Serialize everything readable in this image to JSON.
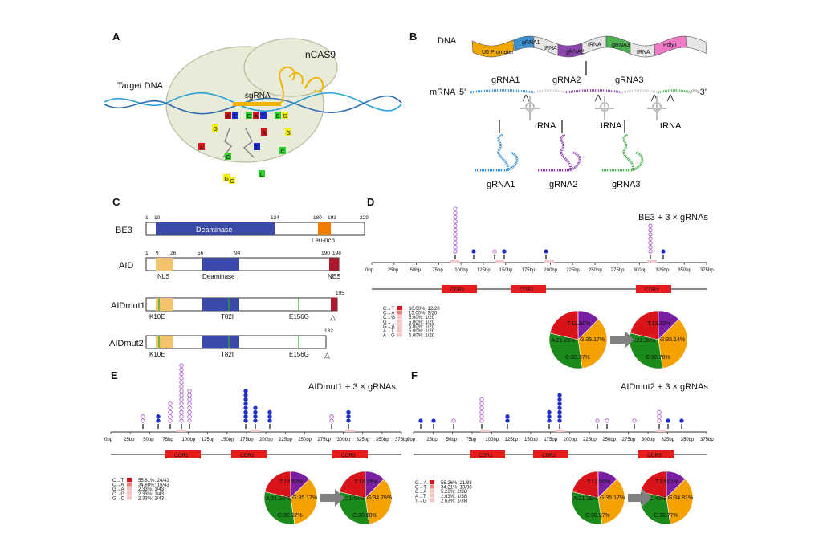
{
  "panels": {
    "A": "A",
    "B": "B",
    "C": "C",
    "D": "D",
    "E": "E",
    "F": "F"
  },
  "panelA": {
    "ncas9": "nCAS9",
    "target_dna": "Target DNA",
    "sgrna": "sgRNA",
    "bases_top": [
      "A",
      "T",
      "C",
      "A",
      "T",
      "C",
      "G"
    ],
    "bases_loose": [
      "G",
      "A",
      "A",
      "C",
      "C",
      "G",
      "G",
      "C",
      "T",
      "G"
    ]
  },
  "panelB": {
    "dna": "DNA",
    "cassette": [
      "U6 Promoter",
      "gRNA1",
      "tRNA",
      "gRNA2",
      "tRNA",
      "gRNA3",
      "tRNA",
      "PolyT"
    ],
    "mrna": "mRNA",
    "five_prime": "5'",
    "three_prime": "-3'",
    "grna_top": [
      "gRNA1",
      "gRNA2",
      "gRNA3"
    ],
    "trna": [
      "tRNA",
      "tRNA",
      "tRNA"
    ],
    "grna_bottom": [
      "gRNA1",
      "gRNA2",
      "gRNA3"
    ]
  },
  "panelC": {
    "constructs": [
      {
        "name": "BE3",
        "ticks": [
          "1",
          "10",
          "134",
          "180",
          "193",
          "229"
        ],
        "domains": [
          "Deaminase"
        ],
        "below": [
          "Leu-rich"
        ]
      },
      {
        "name": "AID",
        "ticks": [
          "1",
          "9",
          "26",
          "56",
          "94",
          "190",
          "198"
        ],
        "domains": [],
        "below": [
          "NLS",
          "Deaminase",
          "NES"
        ]
      },
      {
        "name": "AIDmut1",
        "ticks": [
          "195"
        ],
        "domains": [],
        "below": [
          "K10E",
          "T82I",
          "E156G"
        ]
      },
      {
        "name": "AIDmut2",
        "ticks": [
          "182"
        ],
        "domains": [],
        "below": [
          "K10E",
          "T82I",
          "E156G"
        ]
      }
    ],
    "triangle": "△"
  },
  "axis_ticks": [
    "0bp",
    "25bp",
    "50bp",
    "75bp",
    "100bp",
    "125bp",
    "150bp",
    "175bp",
    "200bp",
    "225bp",
    "250bp",
    "275bp",
    "300bp",
    "325bp",
    "350bp",
    "375bp"
  ],
  "cdr": [
    "CDR1",
    "CDR2",
    "CDR3"
  ],
  "panelD": {
    "title": "BE3 + 3 × gRNAs",
    "legend": [
      {
        "sub": "C→T",
        "stat": "60.00%: 12/20"
      },
      {
        "sub": "C→A",
        "stat": "15.00%: 3/20"
      },
      {
        "sub": "C→G",
        "stat": "5.00%: 1/20"
      },
      {
        "sub": "G→T",
        "stat": "5.00%: 1/20"
      },
      {
        "sub": "G→A",
        "stat": "5.00%: 1/20"
      },
      {
        "sub": "A→T",
        "stat": "5.00%: 1/20"
      },
      {
        "sub": "A→G",
        "stat": "5.00%: 1/20"
      }
    ],
    "pie_before": {
      "T": "T:12.50%",
      "A": "A:21.26%",
      "G": "G:35.17%",
      "C": "C:30.97%"
    },
    "pie_after": {
      "T": "T:13.78%",
      "A": "A:21.30%",
      "G": "G:35.14%",
      "C": "C:30.78%"
    }
  },
  "panelE": {
    "title": "AIDmut1 + 3 × gRNAs",
    "legend": [
      {
        "sub": "C→T",
        "stat": "55.81%: 24/43"
      },
      {
        "sub": "C→A",
        "stat": "34.88%: 15/43"
      },
      {
        "sub": "G→A",
        "stat": "2.33%: 1/43"
      },
      {
        "sub": "C→G",
        "stat": "2.33%: 1/43"
      },
      {
        "sub": "G→C",
        "stat": "2.33%: 1/43"
      }
    ],
    "pie_before": {
      "T": "T:12.50%",
      "A": "A:21.26%",
      "G": "G:35.17%",
      "C": "C:30.97%"
    },
    "pie_after": {
      "T": "T:12.19%",
      "A": "A:21.64%",
      "G": "G:34.76%",
      "C": "C:30.60%"
    }
  },
  "panelF": {
    "title": "AIDmut2 + 3 × gRNAs",
    "legend": [
      {
        "sub": "G→A",
        "stat": "55.26%: 21/38"
      },
      {
        "sub": "C→T",
        "stat": "34.21%: 13/38"
      },
      {
        "sub": "C→A",
        "stat": "5.26%: 2/38"
      },
      {
        "sub": "A→T",
        "stat": "2.63%: 1/38"
      },
      {
        "sub": "T→G",
        "stat": "2.63%: 1/38"
      }
    ],
    "pie_before": {
      "T": "T:12.50%",
      "A": "A:21.26%",
      "G": "G:35.17%",
      "C": "C:30.97%"
    },
    "pie_after": {
      "T": "T:13.01%",
      "A": "A:21.40%",
      "G": "G:34.81%",
      "C": "C:30.77%"
    }
  },
  "colors": {
    "A": "#d8131a",
    "T": "#7b1fa2",
    "G": "#f5a200",
    "C": "#1a8a1a",
    "cdr": "#e51c1c",
    "deaminase": "#3b4aa8",
    "nls": "#f2c36b",
    "leu": "#f07c00",
    "nes": "#b2162f",
    "grna1": "#3d8fd1",
    "grna2": "#8e44ad",
    "grna3": "#4caf50",
    "promoter": "#f0a800",
    "polyt": "#f07ac8",
    "dot_blue": "#1f2fc8",
    "dot_purple": "#b05ccf"
  }
}
